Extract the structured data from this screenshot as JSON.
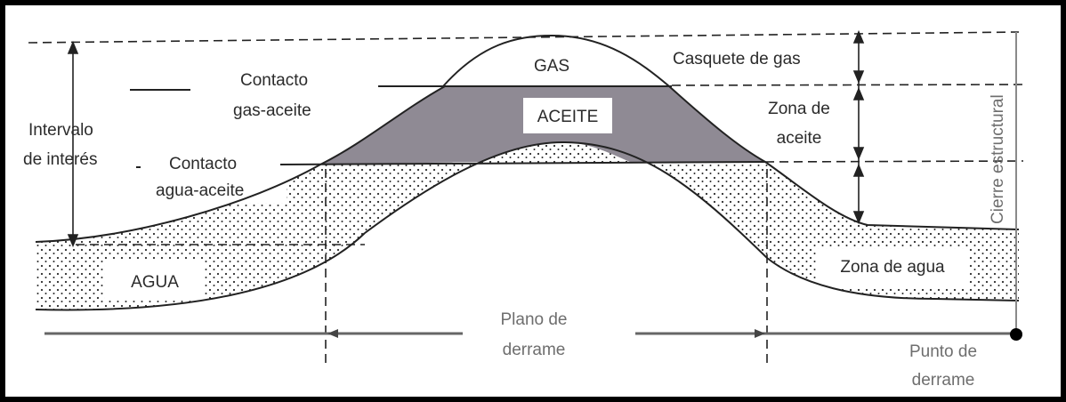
{
  "labels": {
    "gas": "GAS",
    "gas_cap": "Casquete de gas",
    "gas_oil_contact_1": "Contacto",
    "gas_oil_contact_2": "gas-aceite",
    "oil": "ACEITE",
    "oil_zone_1": "Zona de",
    "oil_zone_2": "aceite",
    "interval_1": "Intervalo",
    "interval_2": "de interés",
    "water_oil_contact_1": "Contacto",
    "water_oil_contact_2": "agua-aceite",
    "water": "AGUA",
    "water_zone": "Zona de agua",
    "structural_closure": "Cierre estructural",
    "spill_plane_1": "Plano de",
    "spill_plane_2": "derrame",
    "spill_point_1": "Punto de",
    "spill_point_2": "derrame"
  },
  "colors": {
    "oil_fill": "#8f8a94",
    "sand_dots": "#2a2a2a",
    "line": "#222222",
    "closure_line": "#8a8a8a",
    "frame": "#000000"
  }
}
